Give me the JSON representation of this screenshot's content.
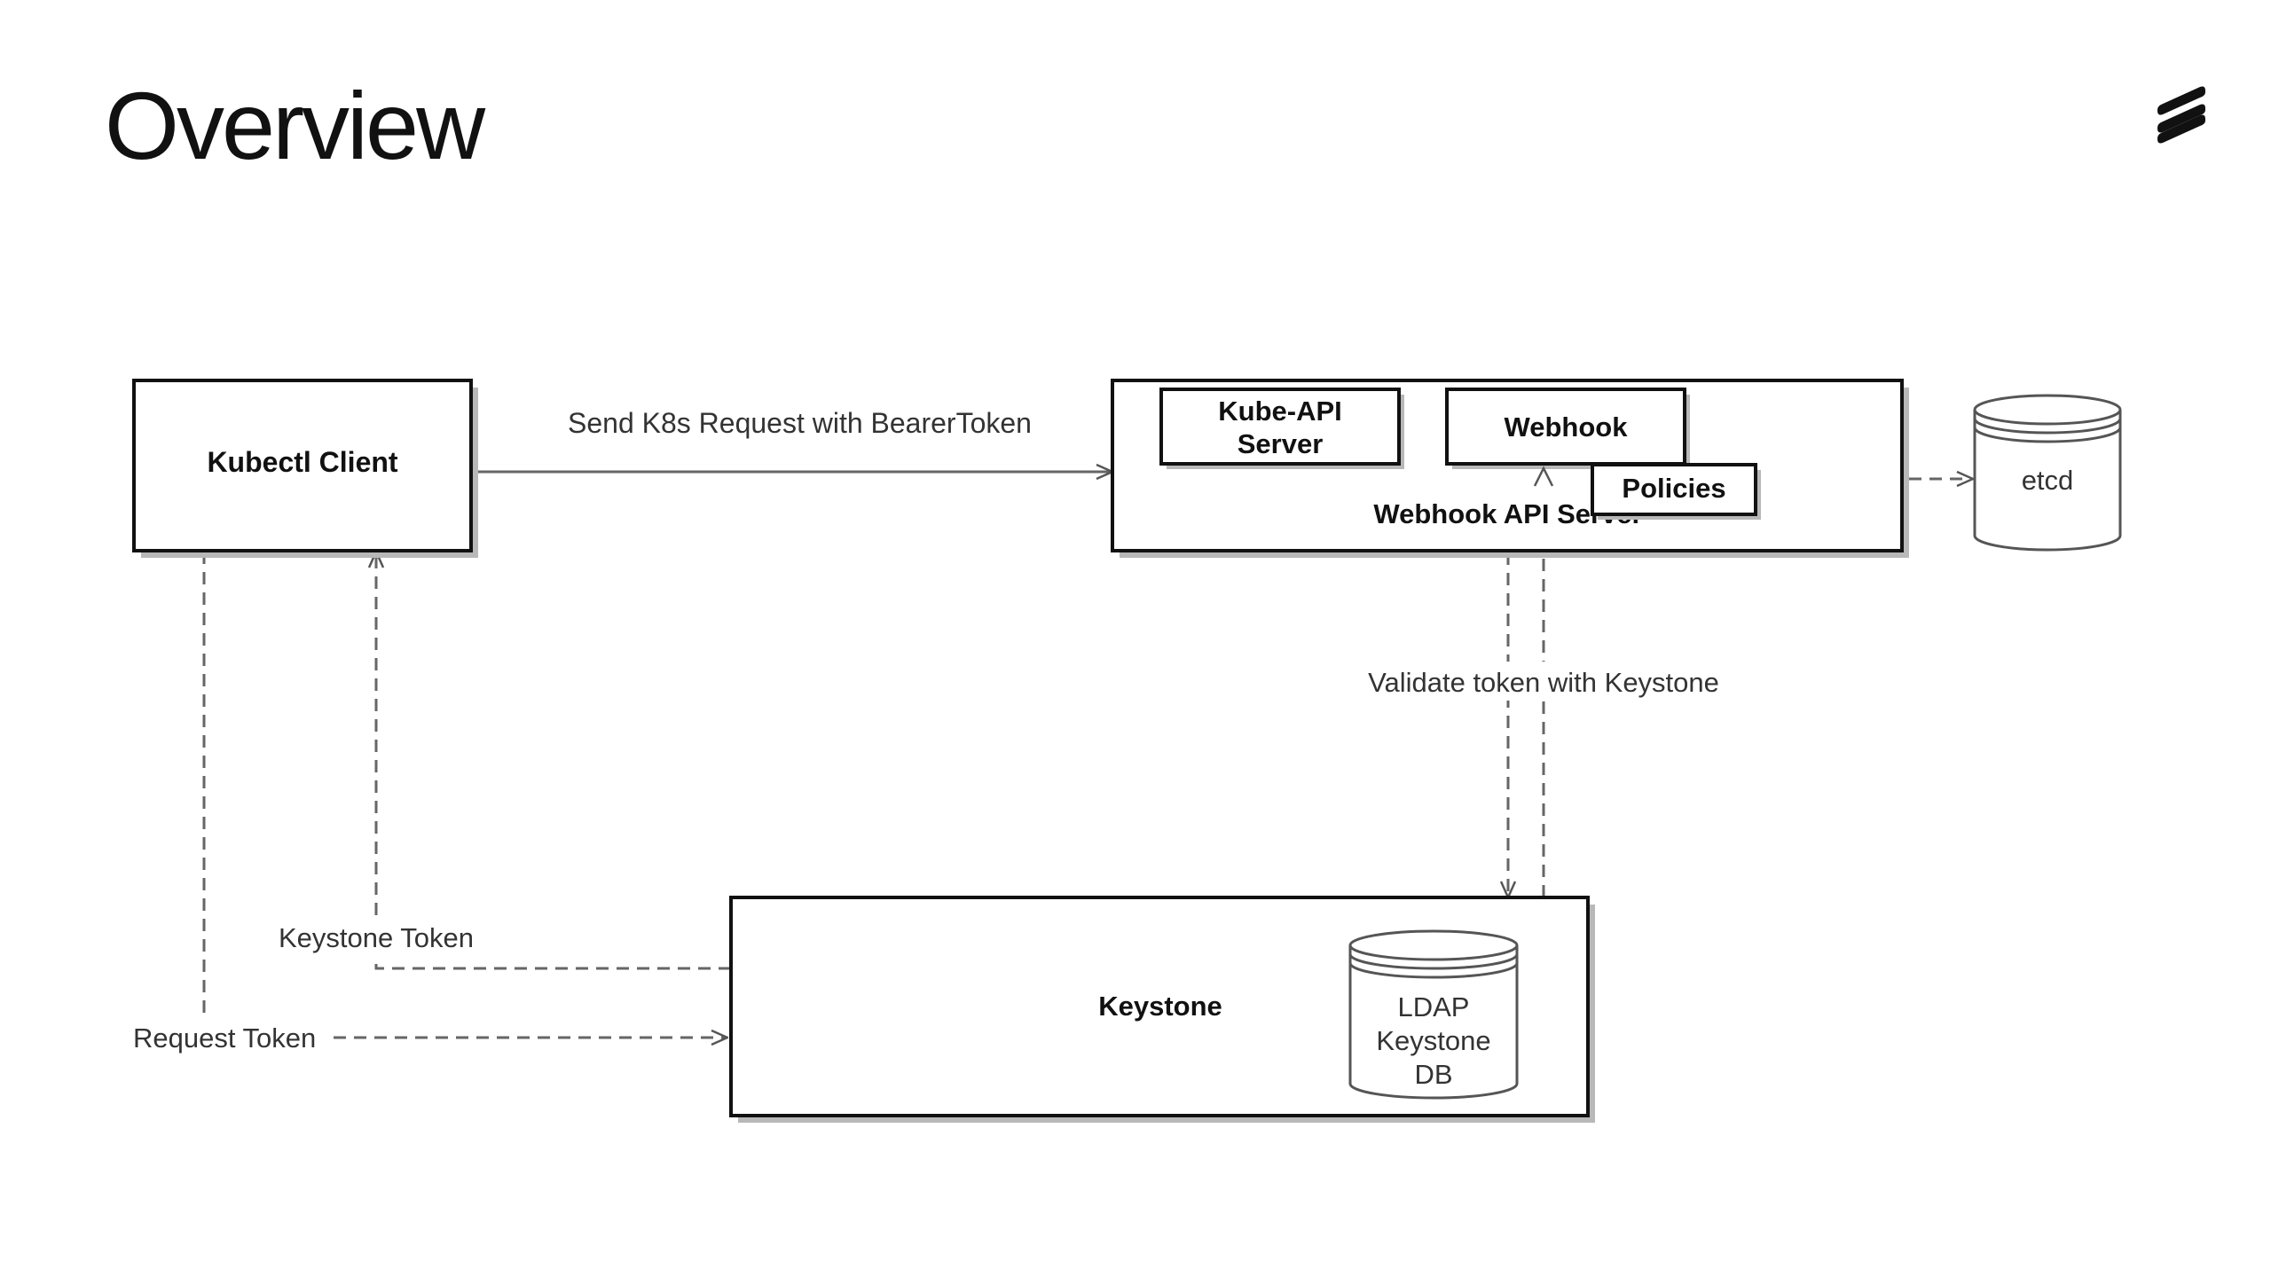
{
  "slide": {
    "title": "Overview"
  },
  "logo": {
    "icon": "ericsson-logo-icon",
    "color": "#111111"
  },
  "nodes": {
    "kubectl_client": "Kubectl Client",
    "webhook_api_server": "Webhook API Server",
    "kube_api_server": [
      "Kube-API",
      "Server"
    ],
    "webhook": "Webhook",
    "policies": "Policies",
    "etcd": "etcd",
    "keystone": "Keystone",
    "ldap_db": [
      "LDAP",
      "Keystone",
      "DB"
    ]
  },
  "edges": {
    "send_request": "Send K8s Request with BearerToken",
    "validate_token": "Validate token with Keystone",
    "keystone_token": "Keystone Token",
    "request_token": "Request Token"
  },
  "colors": {
    "stroke": "#111111",
    "shadow": "#b8b8b8",
    "edge": "#666666",
    "label": "#333333"
  }
}
